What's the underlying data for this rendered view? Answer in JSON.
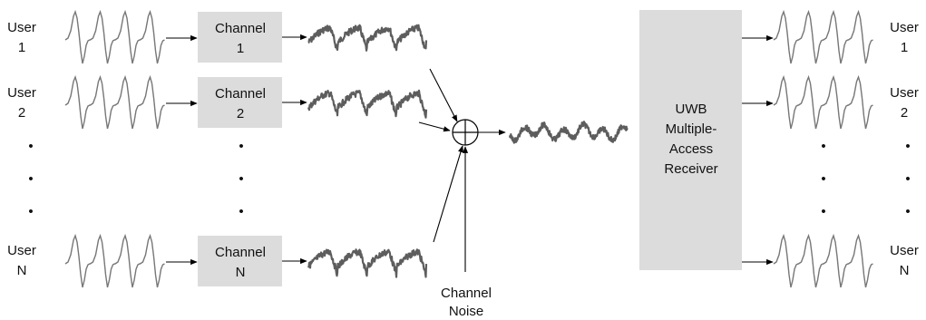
{
  "inputs": [
    {
      "user_label": "User",
      "user_number": "1",
      "channel_label": "Channel",
      "channel_number": "1"
    },
    {
      "user_label": "User",
      "user_number": "2",
      "channel_label": "Channel",
      "channel_number": "2"
    },
    {
      "user_label": "User",
      "user_number": "N",
      "channel_label": "Channel",
      "channel_number": "N"
    }
  ],
  "outputs": [
    {
      "user_label": "User",
      "user_number": "1"
    },
    {
      "user_label": "User",
      "user_number": "2"
    },
    {
      "user_label": "User",
      "user_number": "N"
    }
  ],
  "ellipsis": "•",
  "noise": {
    "line1": "Channel",
    "line2": "Noise"
  },
  "receiver": {
    "line1": "UWB",
    "line2": "Multiple-",
    "line3": "Access",
    "line4": "Receiver"
  },
  "summing_node_icon": "circle-plus-icon",
  "colors": {
    "box_fill": "#dcdcdc",
    "pulse_stroke": "#777777",
    "noisy_stroke": "#5d5d5d"
  }
}
